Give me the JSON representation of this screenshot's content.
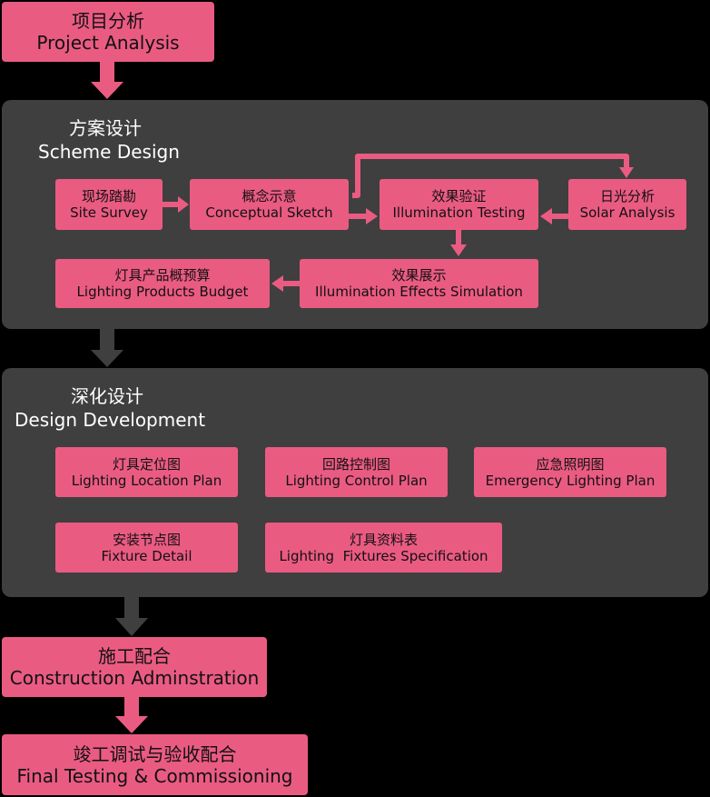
{
  "stages": {
    "project_analysis": {
      "zh": "项目分析",
      "en": "Project Analysis"
    },
    "construction": {
      "zh": "施工配合",
      "en": "Construction Adminstration"
    },
    "final": {
      "zh": "竣工调试与验收配合",
      "en": "Final Testing & Commissioning"
    }
  },
  "scheme_design": {
    "title_zh": "方案设计",
    "title_en": "Scheme Design",
    "site_survey": {
      "zh": "现场踏勘",
      "en": "Site Survey"
    },
    "concept": {
      "zh": "概念示意",
      "en": "Conceptual Sketch"
    },
    "illum_testing": {
      "zh": "效果验证",
      "en": "Illumination Testing"
    },
    "solar": {
      "zh": "日光分析",
      "en": "Solar Analysis"
    },
    "budget": {
      "zh": "灯具产品概预算",
      "en": "Lighting Products Budget"
    },
    "effects": {
      "zh": "效果展示",
      "en": "Illumination Effects Simulation"
    }
  },
  "design_development": {
    "title_zh": "深化设计",
    "title_en": "Design Development",
    "location_plan": {
      "zh": "灯具定位图",
      "en": "Lighting Location Plan"
    },
    "control_plan": {
      "zh": "回路控制图",
      "en": "Lighting Control Plan"
    },
    "emergency_plan": {
      "zh": "应急照明图",
      "en": "Emergency Lighting Plan"
    },
    "fixture_detail": {
      "zh": "安装节点图",
      "en": "Fixture Detail"
    },
    "fixtures_spec": {
      "zh": "灯具资料表",
      "en": "Lighting  Fixtures Specification"
    }
  },
  "colors": {
    "node": "#ea5b82",
    "panel": "#3f3f3f",
    "background": "#000000",
    "arrow_dark": "#3f3f3f"
  }
}
